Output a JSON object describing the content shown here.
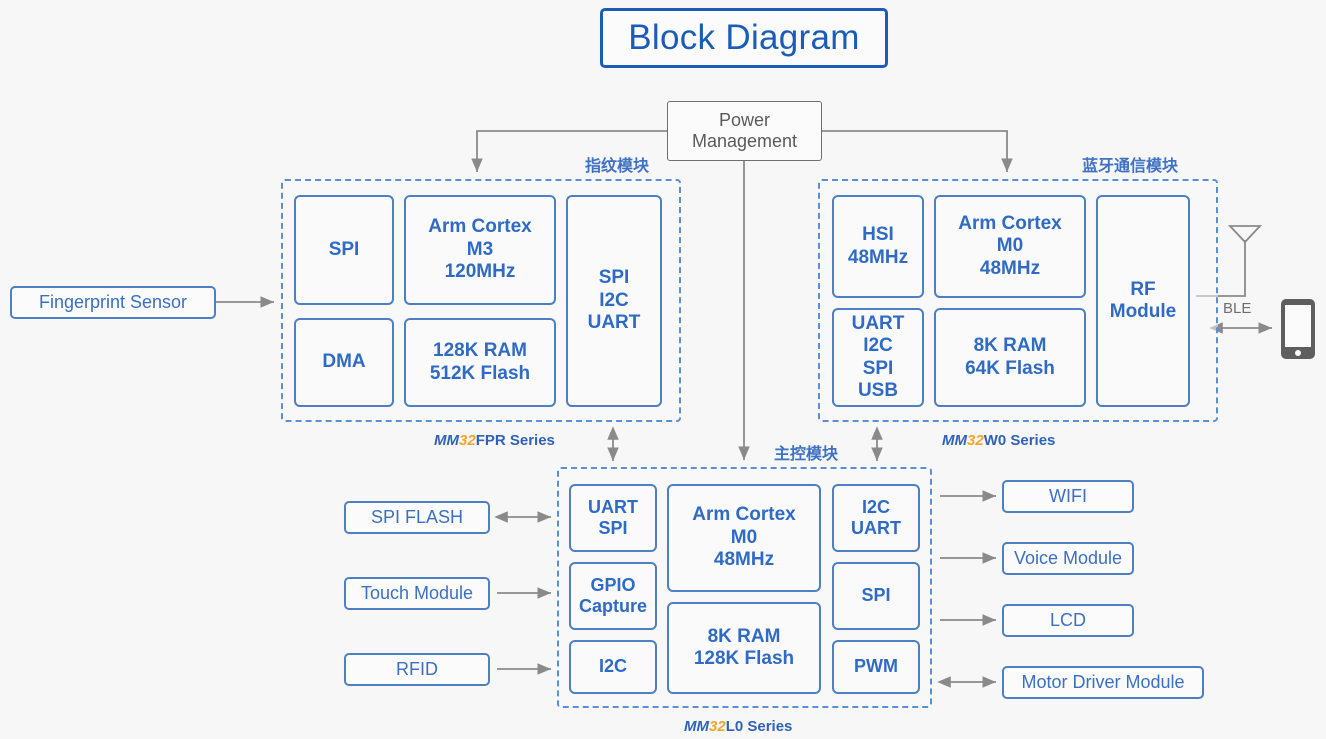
{
  "title": "Block Diagram",
  "colors": {
    "background": "#f7f7f7",
    "title_blue": "#1a5cb8",
    "block_blue": "#2f6bc4",
    "block_border": "#4d7fc4",
    "dashed_module": "#5b8fd4",
    "arrow_gray": "#8a8a8a",
    "power_gray": "#5a5a5a",
    "accent_orange": "#f2a52b"
  },
  "power_management": {
    "label": "Power\nManagement",
    "line1": "Power",
    "line2": "Management"
  },
  "modules": [
    {
      "id": "fingerprint",
      "cn_label": "指纹模块",
      "series_mm": "MM",
      "series_32": "32",
      "series_rest": "FPR Series",
      "blocks": [
        {
          "name": "spi",
          "label": "SPI"
        },
        {
          "name": "arm-cortex-m3",
          "label": "Arm Cortex\nM3\n120MHz"
        },
        {
          "name": "spi-i2c-uart",
          "label": "SPI\nI2C\nUART"
        },
        {
          "name": "dma",
          "label": "DMA"
        },
        {
          "name": "ram-flash",
          "label": "128K RAM\n512K Flash"
        }
      ]
    },
    {
      "id": "bluetooth",
      "cn_label": "蓝牙通信模块",
      "series_mm": "MM",
      "series_32": "32",
      "series_rest": "W0 Series",
      "blocks": [
        {
          "name": "hsi",
          "label": "HSI\n48MHz"
        },
        {
          "name": "arm-cortex-m0",
          "label": "Arm Cortex\nM0\n48MHz"
        },
        {
          "name": "rf-module",
          "label": "RF\nModule"
        },
        {
          "name": "uart-i2c-spi-usb",
          "label": "UART\nI2C\nSPI\nUSB"
        },
        {
          "name": "ram-flash",
          "label": "8K RAM\n64K Flash"
        }
      ]
    },
    {
      "id": "main-control",
      "cn_label": "主控模块",
      "series_mm": "MM",
      "series_32": "32",
      "series_rest": "L0 Series",
      "blocks": [
        {
          "name": "uart-spi",
          "label": "UART\nSPI"
        },
        {
          "name": "gpio-capture",
          "label": "GPIO\nCapture"
        },
        {
          "name": "i2c",
          "label": "I2C"
        },
        {
          "name": "arm-cortex-m0",
          "label": "Arm Cortex\nM0\n48MHz"
        },
        {
          "name": "ram-flash",
          "label": "8K RAM\n128K Flash"
        },
        {
          "name": "i2c-uart",
          "label": "I2C\nUART"
        },
        {
          "name": "spi",
          "label": "SPI"
        },
        {
          "name": "pwm",
          "label": "PWM"
        }
      ]
    }
  ],
  "peripherals": {
    "left_of_fingerprint": [
      {
        "name": "fingerprint-sensor",
        "label": "Fingerprint Sensor"
      }
    ],
    "left_of_main": [
      {
        "name": "spi-flash",
        "label": "SPI FLASH",
        "arrow": "bidirectional"
      },
      {
        "name": "touch-module",
        "label": "Touch Module",
        "arrow": "right"
      },
      {
        "name": "rfid",
        "label": "RFID",
        "arrow": "right"
      }
    ],
    "right_of_main": [
      {
        "name": "wifi",
        "label": "WIFI",
        "arrow": "right"
      },
      {
        "name": "voice-module",
        "label": "Voice Module",
        "arrow": "right"
      },
      {
        "name": "lcd",
        "label": "LCD",
        "arrow": "right"
      },
      {
        "name": "motor-driver-module",
        "label": "Motor Driver Module",
        "arrow": "bidirectional"
      }
    ]
  },
  "wireless": {
    "link_label": "BLE",
    "antenna": "antenna-icon",
    "device": "smartphone-icon"
  }
}
